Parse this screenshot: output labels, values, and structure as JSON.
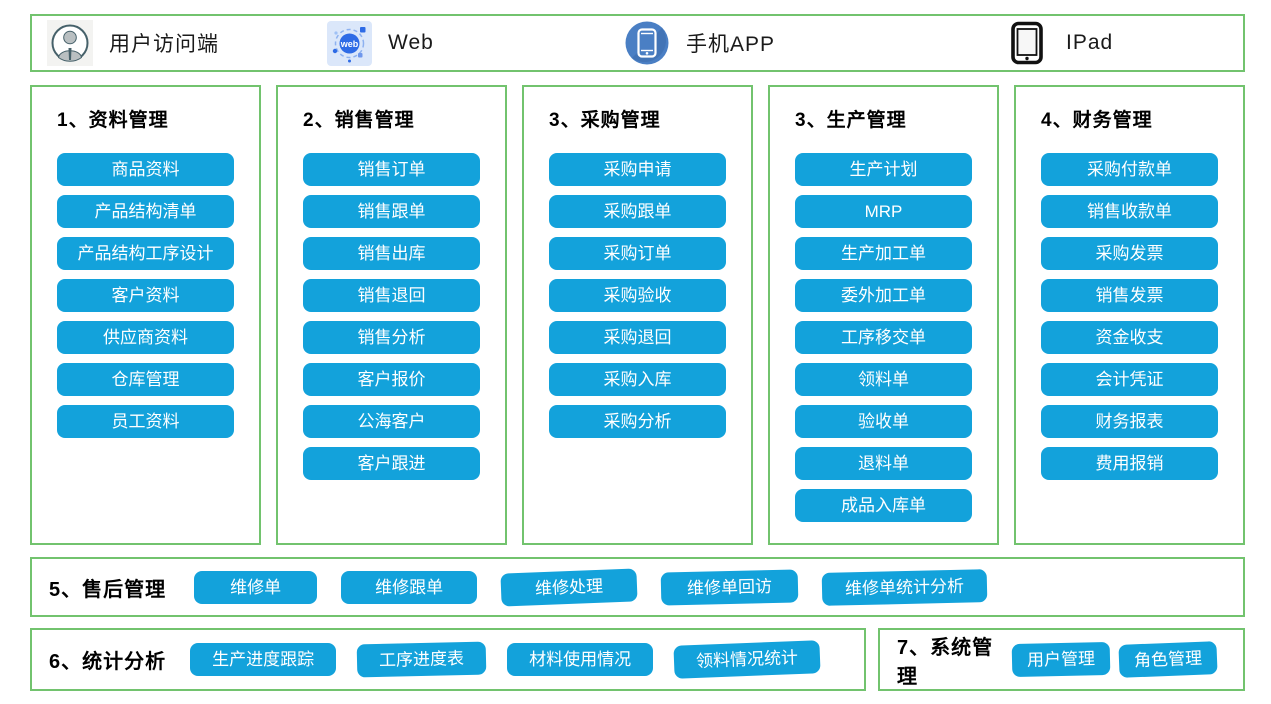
{
  "colors": {
    "border_green": "#72c36e",
    "button_blue": "#13a2db",
    "web_icon_blue": "#2e6be6",
    "phone_icon_blue": "#4a7fc4"
  },
  "header": {
    "items": [
      {
        "label": "用户访问端",
        "icon": "user-icon"
      },
      {
        "label": "Web",
        "icon": "web-icon"
      },
      {
        "label": "手机APP",
        "icon": "phone-icon"
      },
      {
        "label": "IPad",
        "icon": "ipad-icon"
      }
    ],
    "web_icon_text": "web"
  },
  "columns": [
    {
      "title": "1、资料管理",
      "buttons": [
        "商品资料",
        "产品结构清单",
        "产品结构工序设计",
        "客户资料",
        "供应商资料",
        "仓库管理",
        "员工资料"
      ]
    },
    {
      "title": "2、销售管理",
      "buttons": [
        "销售订单",
        "销售跟单",
        "销售出库",
        "销售退回",
        "销售分析",
        "客户报价",
        "公海客户",
        "客户跟进"
      ]
    },
    {
      "title": "3、采购管理",
      "buttons": [
        "采购申请",
        "采购跟单",
        "采购订单",
        "采购验收",
        "采购退回",
        "采购入库",
        "采购分析"
      ]
    },
    {
      "title": "3、生产管理",
      "buttons": [
        "生产计划",
        "MRP",
        "生产加工单",
        "委外加工单",
        "工序移交单",
        "领料单",
        "验收单",
        "退料单",
        "成品入库单"
      ]
    },
    {
      "title": "4、财务管理",
      "buttons": [
        "采购付款单",
        "销售收款单",
        "采购发票",
        "销售发票",
        "资金收支",
        "会计凭证",
        "财务报表",
        "费用报销"
      ]
    }
  ],
  "rows": [
    {
      "title": "5、售后管理",
      "buttons": [
        "维修单",
        "维修跟单",
        "维修处理",
        "维修单回访",
        "维修单统计分析"
      ]
    },
    {
      "title": "6、统计分析",
      "buttons": [
        "生产进度跟踪",
        "工序进度表",
        "材料使用情况",
        "领料情况统计"
      ]
    },
    {
      "title": "7、系统管理",
      "buttons": [
        "用户管理",
        "角色管理"
      ]
    }
  ]
}
